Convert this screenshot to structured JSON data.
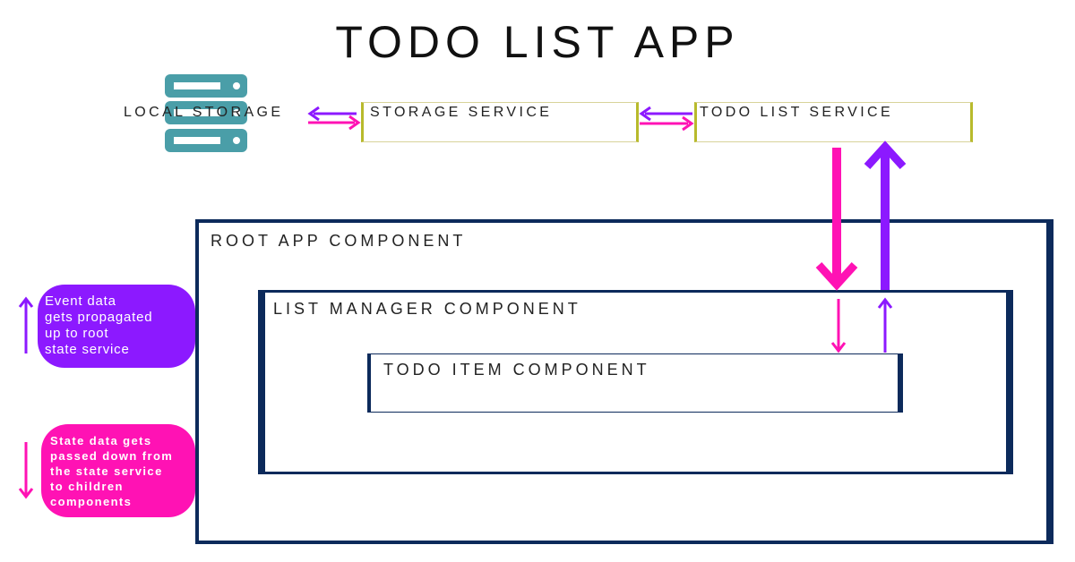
{
  "title": "TODO LIST APP",
  "nodes": {
    "local_storage": "LOCAL STORAGE",
    "storage_service": "STORAGE SERVICE",
    "todo_list_service": "TODO LIST SERVICE",
    "root_app_component": "ROOT APP COMPONENT",
    "list_manager_component": "LIST MANAGER COMPONENT",
    "todo_item_component": "TODO ITEM COMPONENT"
  },
  "legend": {
    "event": {
      "text_lines": [
        "Event data",
        "gets propagated",
        "up to root",
        "state service"
      ],
      "color": "#8c19ff"
    },
    "state": {
      "text_lines": [
        "State data gets",
        "passed down from",
        "the state service",
        "to children",
        "components"
      ],
      "color": "#ff12b4"
    }
  },
  "colors": {
    "event_arrow": "#8c19ff",
    "state_arrow": "#ff12b4",
    "component_border": "#0c2a5b",
    "service_border": "#b8ba2c",
    "server_icon": "#4a9ea8"
  },
  "icons": {
    "storage": "server-rack-icon"
  }
}
